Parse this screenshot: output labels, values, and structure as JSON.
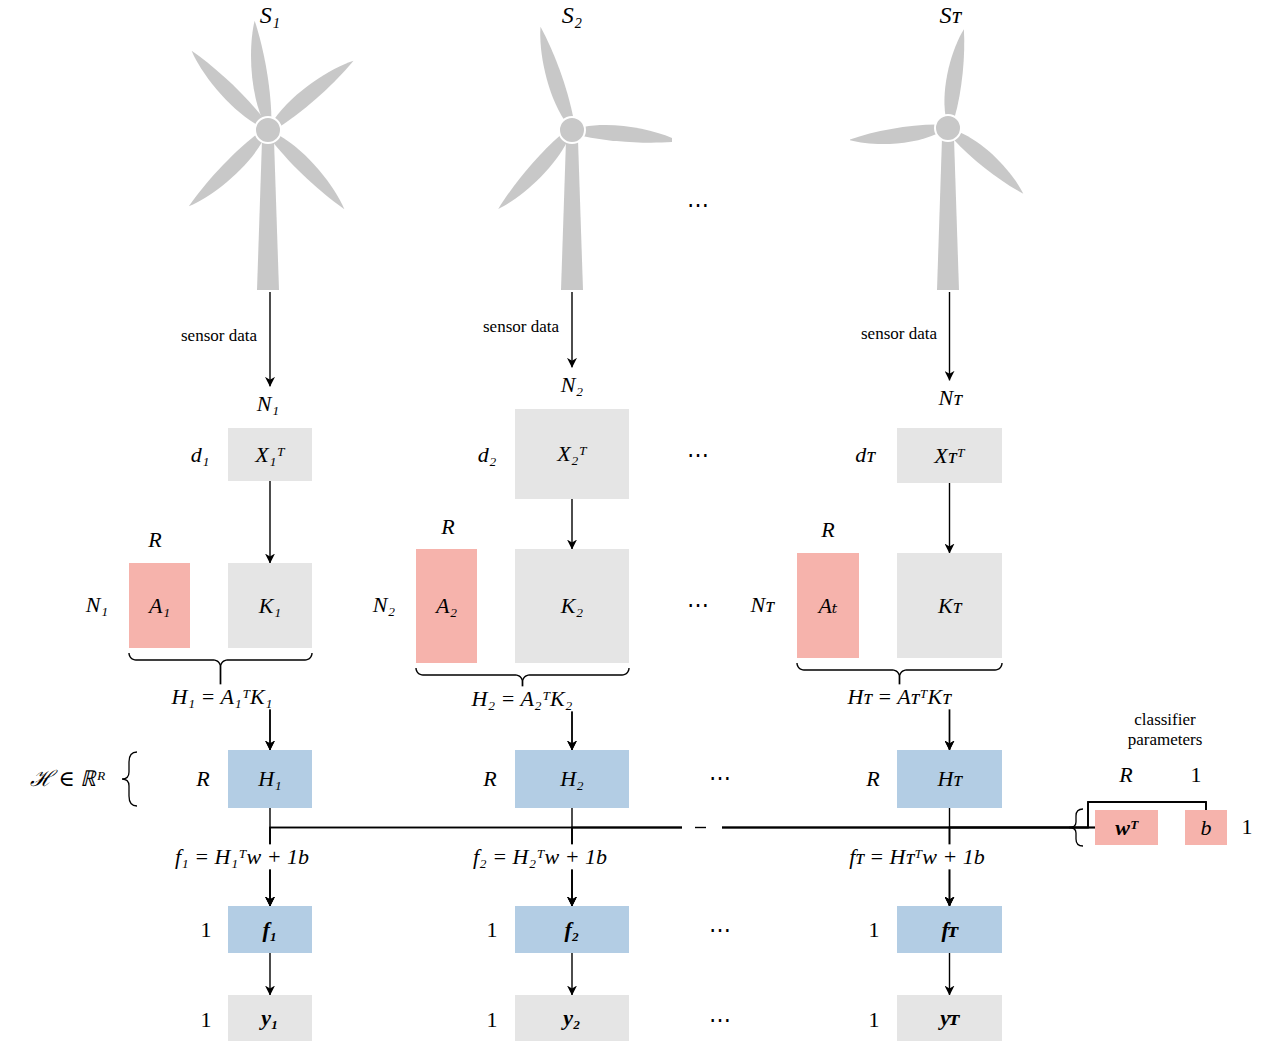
{
  "diagram": {
    "nodes": [
      {
        "text": [
          "S₁"
        ]
      },
      {
        "text": [
          "S₂"
        ]
      },
      {
        "text": [
          "Sᴛ"
        ]
      },
      {
        "text": [
          "X₁ᵀ"
        ]
      },
      {
        "text": [
          "X₂ᵀ"
        ]
      },
      {
        "text": [
          "Xᴛᵀ"
        ]
      },
      {
        "text": [
          "A₁"
        ]
      },
      {
        "text": [
          "K₁"
        ]
      },
      {
        "text": [
          "A₂"
        ]
      },
      {
        "text": [
          "K₂"
        ]
      },
      {
        "text": [
          "Aₜ"
        ]
      },
      {
        "text": [
          "Kᴛ"
        ]
      },
      {
        "text": [
          "H₁"
        ]
      },
      {
        "text": [
          "H₂"
        ]
      },
      {
        "text": [
          "Hᴛ"
        ]
      },
      {
        "text": [
          "wᵀ"
        ]
      },
      {
        "text": [
          "b"
        ]
      },
      {
        "text": [
          "f₁"
        ]
      },
      {
        "text": [
          "f₂"
        ]
      },
      {
        "text": [
          "fᴛ"
        ]
      },
      {
        "text": [
          "y₁"
        ]
      },
      {
        "text": [
          "y₂"
        ]
      },
      {
        "text": [
          "yᴛ"
        ]
      }
    ],
    "edges": [
      {
        "from": 0,
        "to": 3,
        "label": "sensor data",
        "arrow": "to"
      },
      {
        "from": 1,
        "to": 4,
        "label": "sensor data",
        "arrow": "to"
      },
      {
        "from": 2,
        "to": 5,
        "label": "sensor data",
        "arrow": "to"
      },
      {
        "from": 3,
        "to": 7,
        "arrow": "to"
      },
      {
        "from": 4,
        "to": 9,
        "arrow": "to"
      },
      {
        "from": 5,
        "to": 11,
        "arrow": "to"
      },
      {
        "from": 6,
        "to": 12,
        "label": "H₁ = A₁ᵀK₁",
        "arrow": "to"
      },
      {
        "from": 7,
        "to": 12,
        "arrow": "to"
      },
      {
        "from": 8,
        "to": 13,
        "label": "H₂ = A₂ᵀK₂",
        "arrow": "to"
      },
      {
        "from": 9,
        "to": 13,
        "arrow": "to"
      },
      {
        "from": 10,
        "to": 14,
        "label": "Hᴛ = AᴛᵀKᴛ",
        "arrow": "to"
      },
      {
        "from": 11,
        "to": 14,
        "arrow": "to"
      },
      {
        "from": 12,
        "to": 17,
        "label": "f₁ = H₁ᵀw + 1b",
        "arrow": "to"
      },
      {
        "from": 13,
        "to": 18,
        "label": "f₂ = H₂ᵀw + 1b",
        "arrow": "to"
      },
      {
        "from": 14,
        "to": 19,
        "label": "fᴛ = Hᴛᵀw + 1b",
        "arrow": "to"
      },
      {
        "from": 15,
        "to": 17,
        "arrow": "to"
      },
      {
        "from": 15,
        "to": 18,
        "arrow": "to"
      },
      {
        "from": 15,
        "to": 19,
        "arrow": "to"
      },
      {
        "from": 16,
        "to": 17,
        "arrow": "to"
      },
      {
        "from": 16,
        "to": 18,
        "arrow": "to"
      },
      {
        "from": 16,
        "to": 19,
        "arrow": "to"
      },
      {
        "from": 17,
        "to": 20,
        "arrow": "to"
      },
      {
        "from": 18,
        "to": 21,
        "arrow": "to"
      },
      {
        "from": 19,
        "to": 22,
        "arrow": "to"
      }
    ],
    "labels": [
      "⋯",
      "N₁",
      "N₂",
      "Nᴛ",
      "d₁",
      "d₂",
      "⋯",
      "dᴛ",
      "R",
      "R",
      "R",
      "N₁",
      "N₂",
      "⋯",
      "Nᴛ",
      "classifier parameters",
      "ℋ ∈ ℝᴿ",
      "R",
      "R",
      "⋯",
      "R",
      "R",
      "1",
      "1",
      "1",
      "1",
      "⋯",
      "1",
      "1",
      "1",
      "⋯",
      "1"
    ]
  }
}
